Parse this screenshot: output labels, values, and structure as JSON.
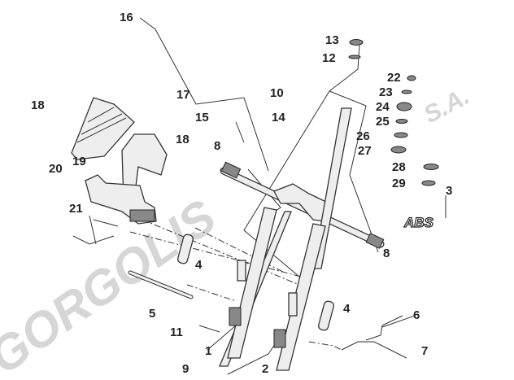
{
  "watermark": {
    "brand": "GORGOLIS",
    "suffix": "S.A."
  },
  "badge": "ABS",
  "callouts": {
    "c1": "1",
    "c2": "2",
    "c3": "3",
    "c4a": "4",
    "c4b": "4",
    "c5": "5",
    "c6": "6",
    "c7": "7",
    "c8a": "8",
    "c8b": "8",
    "c9": "9",
    "c10": "10",
    "c11": "11",
    "c12": "12",
    "c13": "13",
    "c14": "14",
    "c15": "15",
    "c16": "16",
    "c17": "17",
    "c18a": "18",
    "c18b": "18",
    "c19": "19",
    "c20": "20",
    "c21": "21",
    "c22": "22",
    "c23": "23",
    "c24": "24",
    "c25": "25",
    "c26": "26",
    "c27": "27",
    "c28": "28",
    "c29": "29"
  }
}
